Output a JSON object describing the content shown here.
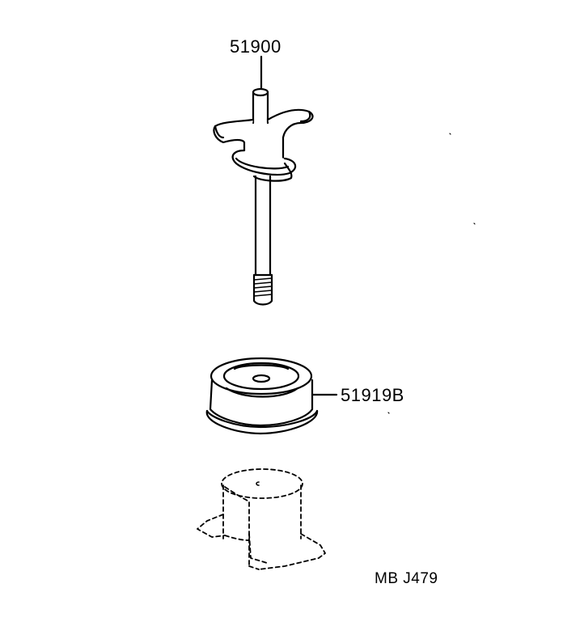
{
  "parts": [
    {
      "part_number": "51900"
    },
    {
      "part_number": "51919B"
    }
  ],
  "diagram_code": "MB J479",
  "colors": {
    "line": "#000000",
    "background": "#ffffff"
  }
}
